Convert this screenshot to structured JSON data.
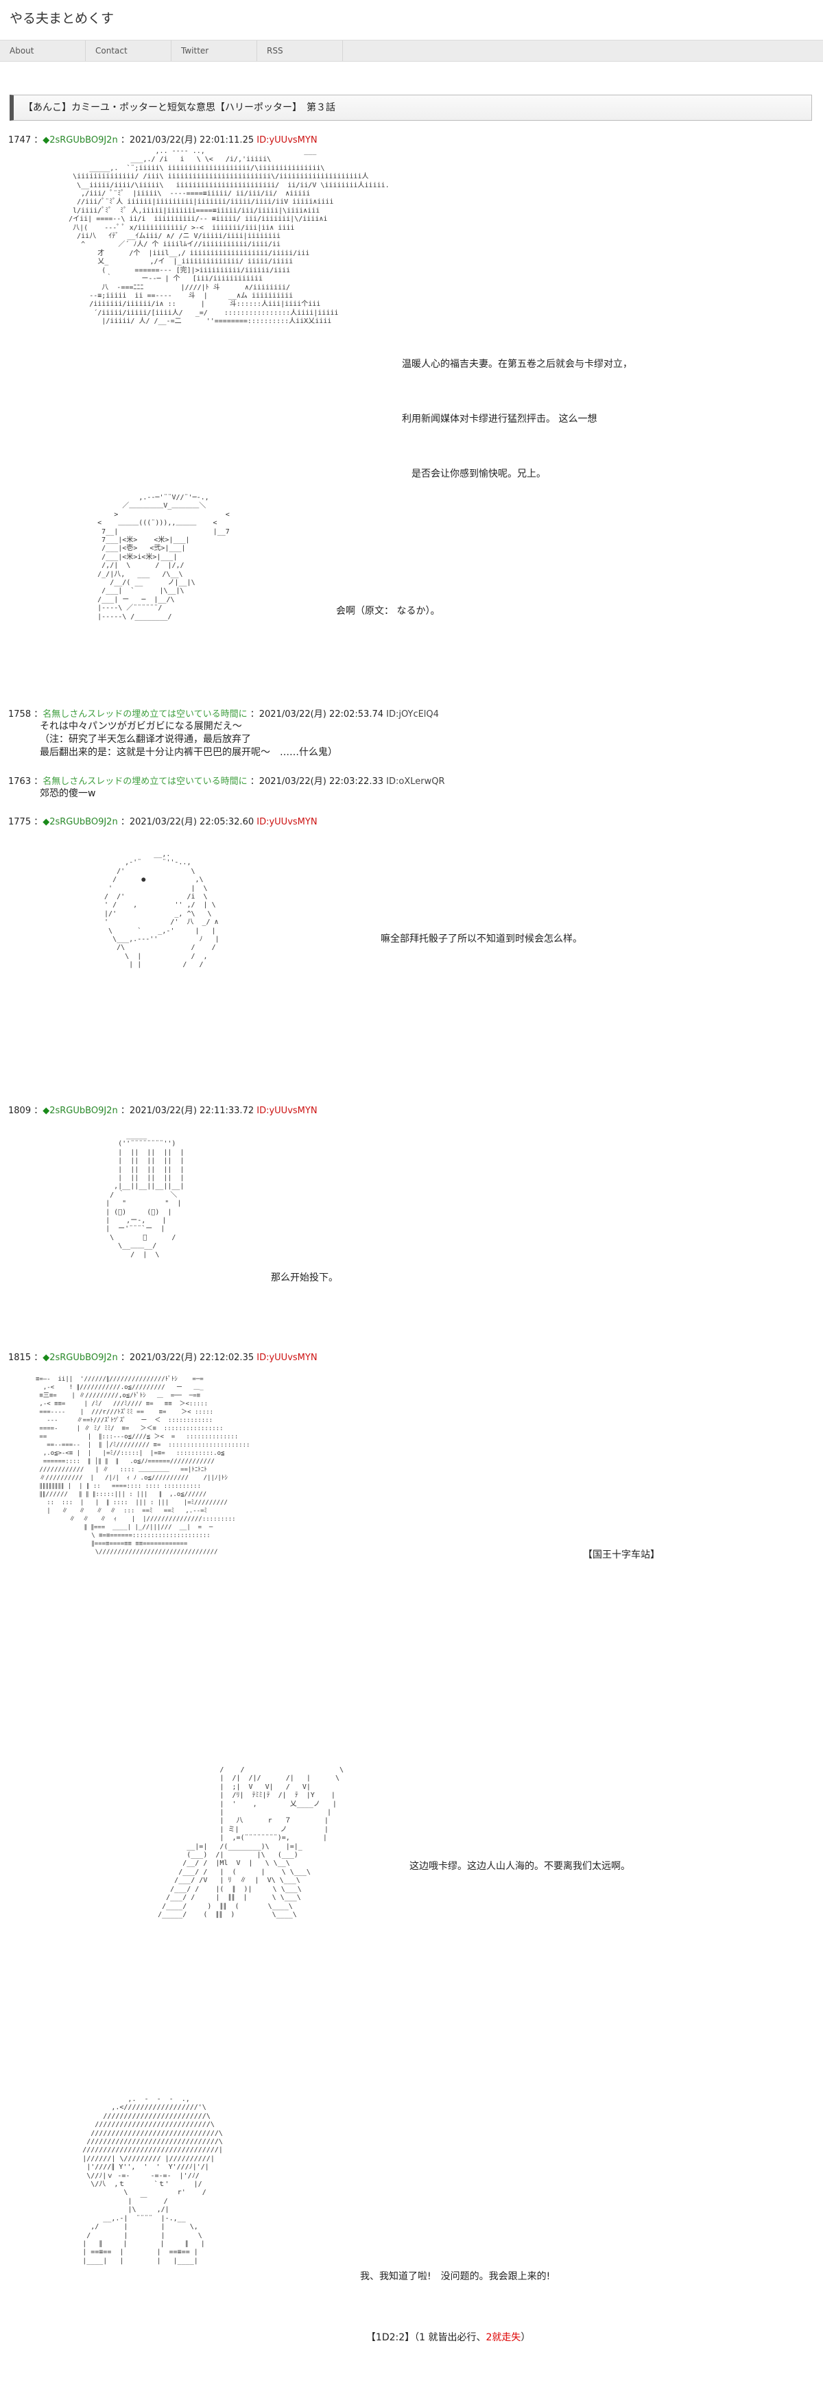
{
  "site": {
    "title": "やる夫まとめくす"
  },
  "nav": [
    "About",
    "Contact",
    "Twitter",
    "RSS"
  ],
  "article": {
    "title": "【あんこ】カミーユ・ポッターと短気な意思【ハリーポッター】　第３話"
  },
  "posts": [
    {
      "num": "1747",
      "mark": "◆",
      "name": "2sRGUbBO9J2n",
      "date": "2021/03/22(月) 22:01:11.25",
      "id": "ID:yUUvsMYN"
    },
    {
      "num": "1758",
      "name": "名無しさんスレッドの埋め立ては空いている時間に",
      "date": "2021/03/22(月) 22:02:53.74",
      "id": "ID:jOYcElQ4"
    },
    {
      "num": "1763",
      "name": "名無しさんスレッドの埋め立ては空いている時間に",
      "date": "2021/03/22(月) 22:03:22.33",
      "id": "ID:oXLerwQR"
    },
    {
      "num": "1775",
      "mark": "◆",
      "name": "2sRGUbBO9J2n",
      "date": "2021/03/22(月) 22:05:32.60",
      "id": "ID:yUUvsMYN"
    },
    {
      "num": "1809",
      "mark": "◆",
      "name": "2sRGUbBO9J2n",
      "date": "2021/03/22(月) 22:11:33.72",
      "id": "ID:yUUvsMYN"
    },
    {
      "num": "1815",
      "mark": "◆",
      "name": "2sRGUbBO9J2n",
      "date": "2021/03/22(月) 22:12:02.35",
      "id": "ID:yUUvsMYN"
    }
  ],
  "dialogs": {
    "d1": [
      "温暖人心的福吉夫妻。在第五卷之后就会与卡缪对立，",
      "利用新闻媒体对卡缪进行猛烈抨击。 这么一想",
      "　是否会让你感到愉快呢。兄上。"
    ],
    "d2": "会啊（原文： なるか）。",
    "d3": "嘛全部拜托骰子了所以不知道到时候会怎么样。",
    "d4": "那么开始投下。",
    "d5": "【国王十字车站】",
    "d6": "这边哦卡缪。这边人山人海的。不要离我们太远啊。",
    "d7": "我、我知道了啦!　没问题的。我会跟上来的!",
    "dice_prefix": "【1D2:2】",
    "dice_text": "（1 就皆出必行、",
    "dice_red": "2就走失",
    "dice_suffix": "）"
  },
  "comments": {
    "c1": [
      "それは中々パンツがガビガビになる展開だえ～",
      "（注：研究了半天怎么翻译才说得通，最后放弃了",
      "最后翻出来的是：这就是十分让内裤干巴巴的展开呢～　……什么鬼）"
    ],
    "c2": [
      "郊恐的傻一w"
    ]
  },
  "aa": {
    "aa1": "                          ,.. ---- ..,                        ___\n                    ___,./ /i   i   \\ \\<   /i/,'iiiii\\\n          _____,.  `¨;iiiii\\ iiiiiiiiiiiiiiiiiiii/\\iiiiiiiiiiiiiii\\\n      \\iiiiiiiiiiiiii/ /iii\\ iiiiiiiiiiiiiiiiiiiiiiiii\\/iiiiiiiiiiiiiiiiiiii人\n       \\__iiiii/iiii/\\iiiii\\   iiiiiiiiiiiiiiiiiiiiiiii/  ii/ii/V \\iiiiiiii人iiiii.\n        ,/iii/ ﾟ¨ﾐﾟ  |iiiii\\  ----====≡iiiii/ ii/iii/ii/  ∧iiiii\n       //iii/ﾟ¨ﾐﾟ人 iiiiii|iiiiiiiii|iiiiiii/iiiii/iiii/iiV iiiii∧iiii\n      l/iiii/ﾟﾐﾟ  ﾐﾟ 人,iiiii|iiiiiii====≡iiiii/iii/iiiii|\\iiii∧iii\n     /イii| ====--\\ ii/i  iiiiiiiiii/-- ≡iiiii/ iii/iiiiiii|\\/iiii∧i\n      八|(    ---ﾟ ﾟ x/iiiiiiiiiii/ >-<  iiiiiii/iii|ii∧ iiii\n       /ii八   ｲﾃﾞ  __ｲムiii/ ∧/ /ニ V/iiiii/iiii|iiiiiiii\n        ^        ／´ ﾉ人/ 个 iiiilﾑイ//iiiiiiiiiii/iiii/ii\n            才      /个  |iiil__,/ iiiiiiiiiiiiiiiiiii/iiiii/iii\n            乂_          ,/イ  |_iiiiiiiiiiiiii/ iiiii/iiiii\n             (       ======--- [完]|>iiiiiiiiii/iiiiii/iiii\n              ｀       ー--─ | 个   [iii/iiiiiiiiiiii\n             八  -===ﾆﾆﾆ         |////|ﾄ 斗      ∧/iiiiiiii/\n          --≡;iiiii  ii ==----    斗  |     __∧ム iiiiiiiiii\n          /iiiiiii/iiiiii/i∧ ::      |      斗::::::人iii|iiii个iii\n           ´/iiiii/iiiii/[iiii人/   _=/    ::::::::::::::::人iiii|iiiii\n             |/iiiii/ 人/ /__-=二      ''========::::::::::人iiX乂iiii",
    "aa2": "                 ,.--─'¨¨V//¨'─-.,\n             ／＿＿＿＿＿V_＿＿＿＿＼\n           >                          <\n       <    ＿＿＿(((¨))),,＿＿＿    <\n        7__|                       |__7\n        7___|<米>    <米>|___|\n        /___|<壱>   <弐>|___|\n        /___|<米>i<米>|___|\n        /,/|  \\      /  |/,/\n       /_/|八,   ___   /\\__\\\n          /__/( __      ノ|__|\\\n        /___|  `      |\\__|\\\n       /___| ー   ─  |__/\\\n       |----\\ ／¨¨¨¨¨¨/\n       |-----\\ /________/",
    "aa3": "              __,.\n       ,‐'¨     ¨''‐..,\n     /'                \\\n    /      ●            ,\\\n   '                   |  \\\n  /  /'               /i  \\\n  ' /    ,         '' ,/  | \\\n  |/'              _, ^\\   \\\n  '               /'  八  _/ ∧\n   \\      `    _,-'     |   |\n    \\___,.---''          ﾉ   |\n     /\\                /    /\n       \\  |            /  ,\n        | |          /   /",
    "aa4": "         _____\n       (''¨¨¨¨¨¨¨¨'')\n       |  ||  ||  ||  |\n       |  ||  ||  ||  |\n       |  ||  ||  ||  |\n       |  ||  ||  ||  |\n      ,|__||__||__||__|\n     / ｀　  　   　 ＼\n    |   \"   　  　 \"  |\n    | (ﾟ)     (ﾟ)  |\n    |    ,ー‐,    |\n    |  ー'¨¨¨`ー  |\n     \\       ﾞ      /\n       \\__＿＿__/\n          /  |  \\",
    "aa5": "≡=―-  ii||  '//////∥///////////////ﾄﾟﾄｼ    =─=\n  ,-<    ! ∥///////////.o≦/////////   ー   ＿_\n ≡三≡=    | ∥/////////,o≦/ﾄﾟﾄｼ   ＿  =──  ─=≡\n ,-< ≡≡=     | /ﾐ/   ///ﾐ//// ≡=   ≡≡  ＞<:::::\n ===----    |  ///r///ﾄｽﾟﾐﾐ ==    ≡=    ＞< :::::\n   ---     ∥==ﾄ///ｽﾟﾄﾂﾟｽﾟ    ー  ＜  ::::::::::::\n ====-     | ∥ ﾐ/ ﾐﾐ/  ≡=   ＞＜≡  ::::::::::::::::\n ==           |  ∥:::---o≦////≦ ＞<  =   ::::::::::::::\n   ==--===--  |  ∥ │/ﾐ///////// ≡=  ::::::::::::::::::::::\n  ,.o≦>-<≡ |  |   |=ﾐ//:::::|  |=≡=   ::::::::::.o≦\n  ======::::  ∥ │∥ ∥  ∥   .o≦/ﾉ======////////////\n ////////////   | ∥   :::: ＿＿＿＿＿   ==|ﾄﾆﾄﾆﾄ\n ∥//////////  |   /|ﾉ|  ｨ ﾉ .o≦//////////    /||ﾉ|ﾄｼ\n ∥∥∥∥∥∥∥∥ |  | ∥ ::   ====:::: :::: ::::::::::\n ∥∥//////   ∥ ∥ ∥:::::||| : |||   ∥  ,.o≦//////\n   ::  :::  |   |  ∥ ::::  ||| : |||    |=ﾐ/////////\n   |   ∥   ∥   ∥  ∥  :::  ==ﾐ   ==ﾐ   ,.--=ﾐ\n         ∥  ∥   ∥  ｨ    |  |///////////////:::::::::\n             ∥ ∥===  ____| |_//|||///  __|  =  ─\n               \\ ≡=≡======:::::::::::::::::::::\n               ∥===≡====≡≡ ≡≡============\n                \\////////////////////////////////",
    "aa6": "                    /    /                       \\\n                    |  /|  /|/      /|   |      \\\n                    |  ;|  V   V|   /   V|\n                    |  /ﾘ|  ﾃﾐﾐ|ﾃ  /|  ﾃ  |Y    |\n                    |  '    ,        乂____ノ   |\n                    |                         |\n                    |   八      r   ７        |\n                    | ミ|          ノ         |\n                    |  ,=(¨¨¨¨¨¨¨¨)=,        |\n            __|=|   /(________)\\    |=|_\n            (___)  /|        |\\   (___)\n           /__/ /  |Ml  V  |   \\ \\__\\\n          /___/ /   |  (      |    \\ \\___\\\n         /___/ /V   | ﾘ  ∥  |  V\\ \\___\\\n        /___/ /    |(  ∥  )|     \\ \\___\\\n       /___/ /     |  ∥∥  |      \\ \\___\\\n      /____/     )  ∥∥  (       \\____\\\n     /_____/    (  ∥∥  )         \\____\\",
    "aa7": "                     ,.  -  ‐  -  .,\n                 ,.<//////////////////'\\\n               /////////////////////////\\\n             ////////////////////////////\\\n            ///////////////////////////////\\\n           ////////////////////////////////\\\n          /////////////////////////////////|\n          |//////| \\///////// |//////////|\n           |'////∥ Y'',  '  '  Y'///ﾉ|'/|\n           \\//ﾉ|ｖ -=-     -=-=-  |'/ﾉ/\n            \\/八  ,ｔ       `ｔ'      |/\n                    \\            r'    /\n                     |  ￣    /\n                     |\\     ,/|\n               __,.-|  ¨¨¨¨  |-.,__\n            ,/      |        |      \\,\n           /        |        |        \\\n          |   ∥     |        |     ∥   |\n          | ==≡==  |        |  ==≡== |\n          |____|   |        |   |____|\n"
  }
}
